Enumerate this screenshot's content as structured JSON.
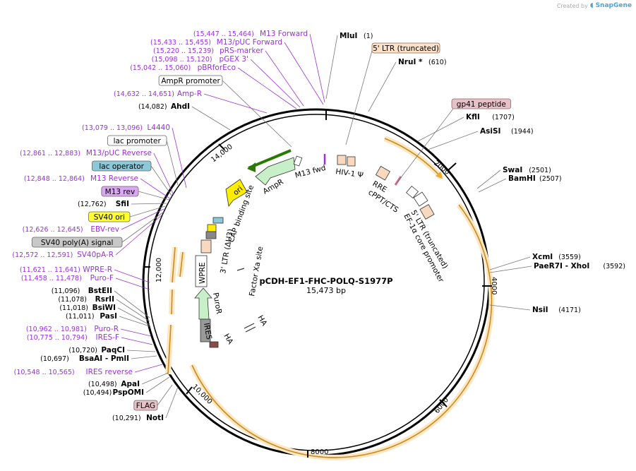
{
  "credit": {
    "prefix": "Created by",
    "brand": "SnapGene"
  },
  "plasmid": {
    "name": "pCDH-EF1-FHC-POLQ-S1977P",
    "length": "15,473 bp"
  },
  "ticks": [
    "2000",
    "4000",
    "6000",
    "8000",
    "10,000",
    "12,000",
    "14,000"
  ],
  "left_labels": [
    {
      "coord": "(15,447 .. 15,464)",
      "name": "M13 Forward",
      "kind": "primer"
    },
    {
      "coord": "(15,433 .. 15,455)",
      "name": "M13/pUC Forward",
      "kind": "primer"
    },
    {
      "coord": "(15,220 .. 15,239)",
      "name": "pRS-marker",
      "kind": "primer"
    },
    {
      "coord": "(15,098 .. 15,120)",
      "name": "pGEX 3'",
      "kind": "primer"
    },
    {
      "coord": "(15,042 .. 15,060)",
      "name": "pBRforEco",
      "kind": "primer"
    },
    {
      "coord": "",
      "name": "AmpR promoter",
      "kind": "box-white"
    },
    {
      "coord": "(14,632 .. 14,651)",
      "name": "Amp-R",
      "kind": "primer"
    },
    {
      "coord": "(14,082)",
      "name": "AhdI",
      "kind": "enzyme"
    },
    {
      "coord": "(13,079 .. 13,096)",
      "name": "L4440",
      "kind": "primer"
    },
    {
      "coord": "",
      "name": "lac promoter",
      "kind": "box-white"
    },
    {
      "coord": "(12,861 .. 12,883)",
      "name": "M13/pUC Reverse",
      "kind": "primer"
    },
    {
      "coord": "",
      "name": "lac operator",
      "kind": "box-blue"
    },
    {
      "coord": "(12,848 .. 12,864)",
      "name": "M13 Reverse",
      "kind": "primer"
    },
    {
      "coord": "",
      "name": "M13 rev",
      "kind": "box-purple"
    },
    {
      "coord": "(12,762)",
      "name": "SfiI",
      "kind": "enzyme"
    },
    {
      "coord": "",
      "name": "SV40 ori",
      "kind": "box-yellow"
    },
    {
      "coord": "(12,626 .. 12,645)",
      "name": "EBV-rev",
      "kind": "primer"
    },
    {
      "coord": "",
      "name": "SV40 poly(A) signal",
      "kind": "box-gray"
    },
    {
      "coord": "(12,572 .. 12,591)",
      "name": "SV40pA-R",
      "kind": "primer"
    },
    {
      "coord": "(11,621 .. 11,641)",
      "name": "WPRE-R",
      "kind": "primer"
    },
    {
      "coord": "(11,458 .. 11,478)",
      "name": "Puro-F",
      "kind": "primer"
    },
    {
      "coord": "(11,096)",
      "name": "BstEII",
      "kind": "enzyme"
    },
    {
      "coord": "(11,078)",
      "name": "RsrII",
      "kind": "enzyme"
    },
    {
      "coord": "(11,018)",
      "name": "BsiWI",
      "kind": "enzyme"
    },
    {
      "coord": "(11,011)",
      "name": "PasI",
      "kind": "enzyme"
    },
    {
      "coord": "(10,962 .. 10,981)",
      "name": "Puro-R",
      "kind": "primer"
    },
    {
      "coord": "(10,775 .. 10,794)",
      "name": "IRES-F",
      "kind": "primer"
    },
    {
      "coord": "(10,720)",
      "name": "PaqCI",
      "kind": "enzyme"
    },
    {
      "coord": "(10,697)",
      "name": "BsaAI - PmlI",
      "kind": "enzyme"
    },
    {
      "coord": "(10,548 .. 10,565)",
      "name": "IRES reverse",
      "kind": "primer"
    },
    {
      "coord": "(10,498)",
      "name": "ApaI",
      "kind": "enzyme"
    },
    {
      "coord": "(10,494)",
      "name": "PspOMI",
      "kind": "enzyme"
    },
    {
      "coord": "",
      "name": "FLAG",
      "kind": "box-pink"
    },
    {
      "coord": "(10,291)",
      "name": "NotI",
      "kind": "enzyme"
    }
  ],
  "top_labels": [
    {
      "coord": "(1)",
      "name": "MluI",
      "kind": "enzyme"
    },
    {
      "coord": "",
      "name": "5' LTR (truncated)",
      "kind": "box-orange"
    },
    {
      "coord": "(610)",
      "name": "NruI *",
      "kind": "enzyme"
    }
  ],
  "right_labels": [
    {
      "coord": "",
      "name": "gp41 peptide",
      "kind": "box-pink"
    },
    {
      "coord": "(1707)",
      "name": "KflI",
      "kind": "enzyme"
    },
    {
      "coord": "(1944)",
      "name": "AsiSI",
      "kind": "enzyme"
    },
    {
      "coord": "(2501)",
      "name": "SwaI",
      "kind": "enzyme"
    },
    {
      "coord": "(2507)",
      "name": "BamHI",
      "kind": "enzyme"
    },
    {
      "coord": "(3559)",
      "name": "XcmI",
      "kind": "enzyme"
    },
    {
      "coord": "(3592)",
      "name": "PaeR7I - XhoI",
      "kind": "enzyme"
    },
    {
      "coord": "(4171)",
      "name": "NsiI",
      "kind": "enzyme"
    }
  ],
  "inner_labels": {
    "m13fwd": "M13 fwd",
    "hiv": "HIV-1 Ψ",
    "rre": "RRE",
    "cppt": "cPPT/CTS",
    "ltr5": "5' LTR (truncated)",
    "ef1a": "EF-1α core promoter",
    "ampr": "AmpR",
    "ori": "ori",
    "cap": "CAP binding site",
    "ltr3": "3' LTR (ΔU3)",
    "factorxa": "Factor Xa site",
    "wpre": "WPRE",
    "puror": "PuroR",
    "ires": "IRES",
    "ha1": "HA",
    "ha2": "HA"
  },
  "colors": {
    "primer": "#9b30d9",
    "orf": "#f0a830",
    "orf_glow": "#fde7c2",
    "ampr": "#c8f0c8",
    "ori": "#ffee00",
    "ltr": "#f8d9bf",
    "box_blue": "#8cc8d8",
    "box_purple": "#d9a8f0",
    "box_yellow": "#ffff33",
    "box_gray": "#c8c8c8",
    "box_pink": "#e8c0c8",
    "box_orange": "#fde0c8"
  }
}
